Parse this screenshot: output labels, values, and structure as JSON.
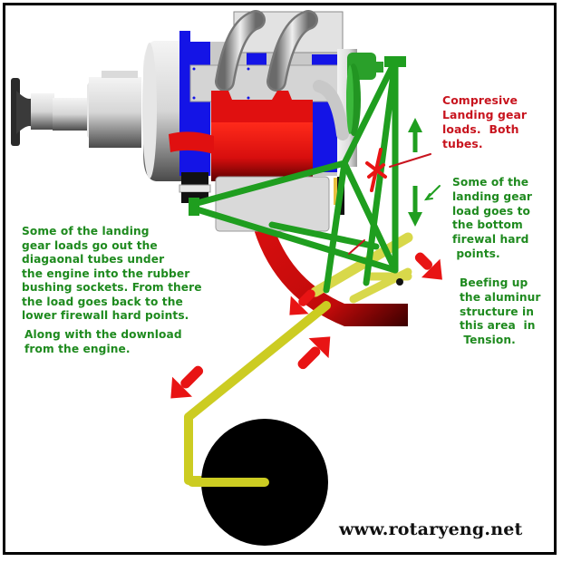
{
  "diagram": {
    "subject": "Rotary engine mount and landing gear load paths",
    "colors": {
      "engine_body": "#c8c8c8",
      "engine_block": "#1414e6",
      "exhaust": "#e01010",
      "mount_tubes": "#1f9e1f",
      "gear_leg": "#cccc22",
      "wheel": "#000000",
      "load_arrows": "#e81414",
      "label_green": "#1e8a1e",
      "label_red": "#c8141e"
    },
    "annotations": {
      "compressive": "Compresive\nLanding gear\nloads.  Both\ntubes.",
      "bottom_firewall": "Some of the\nlanding gear\nload goes to\nthe bottom\nfirewal hard\n points.",
      "beefing": "Beefing up\nthe aluminur\nstructure in\nthis area  in\n Tension.",
      "diagonal": "Some of the landing\ngear loads go out the\ndiagaonal tubes under\nthe engine into the rubber\nbushing sockets. From there\nthe load goes back to the\nlower firewall hard points.",
      "download": "Along with the download\nfrom the engine."
    },
    "website": "www.rotaryeng.net"
  }
}
